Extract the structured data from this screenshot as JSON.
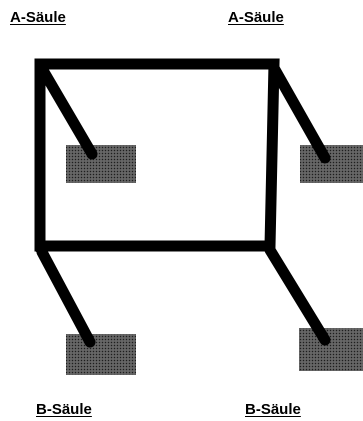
{
  "labels": {
    "top_left": "A-Säule",
    "top_right": "A-Säule",
    "bottom_left": "B-Säule",
    "bottom_right": "B-Säule"
  },
  "colors": {
    "frame": "#000000",
    "block_fill": "#5a5a5a",
    "block_dot": "#1e1e1e",
    "background": "#ffffff"
  }
}
